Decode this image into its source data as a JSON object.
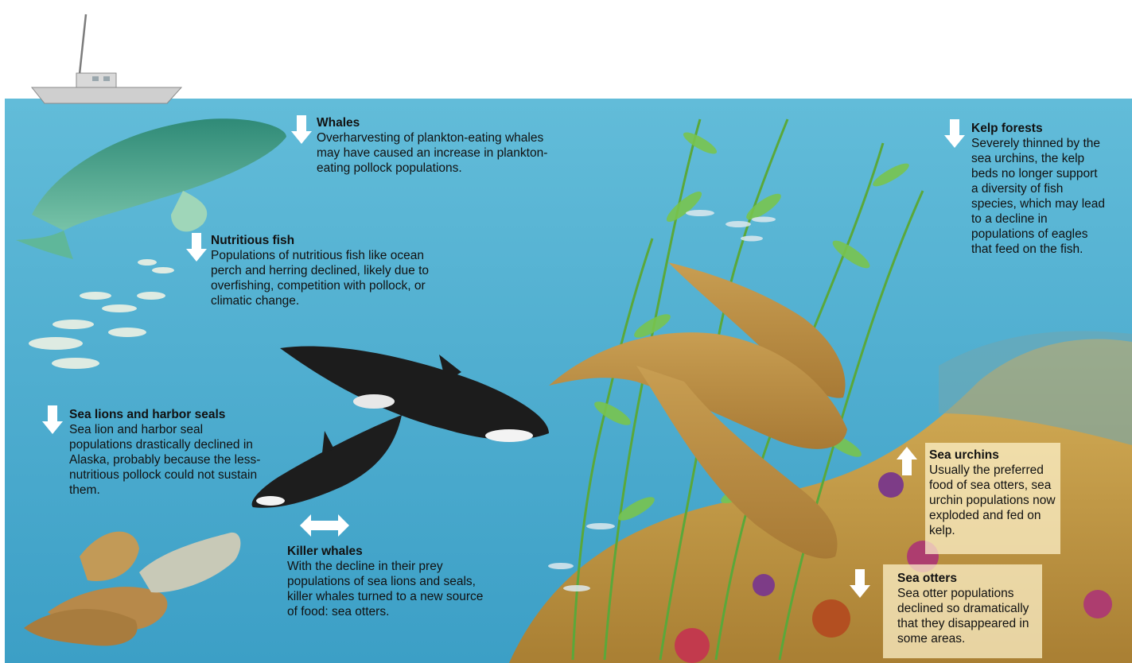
{
  "colors": {
    "sky": "#ffffff",
    "water_top": "#5cb7d6",
    "water_bottom": "#3fa3c9",
    "arrow": "#ffffff",
    "seafloor": "#c9a24a",
    "kelp": "#6dbf4a",
    "mammal": "#c39a4e",
    "whale": "#3f9c87",
    "orca": "#1e1e1e"
  },
  "icons": {
    "decline": "arrow-down-icon",
    "increase": "arrow-up-icon",
    "shift": "arrow-left-right-icon"
  },
  "callouts": {
    "whales": {
      "title": "Whales",
      "trend": "down",
      "text": "Overharvesting of plankton-eating whales may have caused an increase in plankton-eating pollock populations."
    },
    "nutritious_fish": {
      "title": "Nutritious fish",
      "trend": "down",
      "text": "Populations of nutritious fish like ocean perch and herring declined, likely due to overfishing, competition with pollock, or climatic change."
    },
    "sea_lions": {
      "title": "Sea lions and harbor seals",
      "trend": "down",
      "text": "Sea lion and harbor seal populations drastically declined in Alaska, probably because the less-nutritious pollock could not sustain them."
    },
    "killer_whales": {
      "title": "Killer whales",
      "trend": "shift",
      "text": "With the decline in their prey populations of sea lions and seals, killer whales turned to a new source of food: sea otters."
    },
    "kelp": {
      "title": "Kelp forests",
      "trend": "down",
      "text": "Severely thinned by the sea urchins, the kelp beds no longer support a diversity of fish species, which may lead to a decline in populations of eagles that feed on the fish."
    },
    "urchins": {
      "title": "Sea urchins",
      "trend": "up",
      "text": "Usually the preferred food of sea otters, sea urchin populations now exploded and fed on kelp."
    },
    "otters": {
      "title": "Sea otters",
      "trend": "down",
      "text": "Sea otter populations declined so dramatically that they disappeared in some areas."
    }
  }
}
